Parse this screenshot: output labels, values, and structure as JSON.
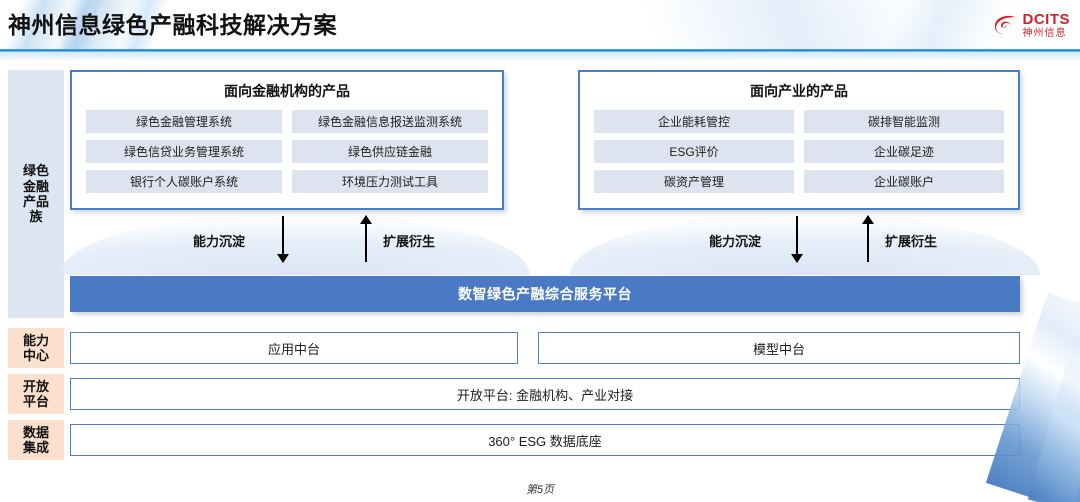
{
  "header": {
    "title": "神州信息绿色产融科技解决方案",
    "logo": {
      "icon": "dcits-swirl-logo-icon",
      "english": "DCITS",
      "chinese": "神州信息",
      "brand_color": "#d3202b"
    },
    "rule_color": "#1e86d4"
  },
  "sidebar": {
    "items": [
      {
        "label": "绿色\n金融\n产品\n族",
        "label_lines": [
          "绿色",
          "金融",
          "产品",
          "族"
        ],
        "bg": "#dce6f2"
      },
      {
        "label": "能力\n中心",
        "label_lines": [
          "能力",
          "中心"
        ],
        "bg": "#fbe0cd"
      },
      {
        "label": "开放\n平台",
        "label_lines": [
          "开放",
          "平台"
        ],
        "bg": "#fbe0cd"
      },
      {
        "label": "数据\n集成",
        "label_lines": [
          "数据",
          "集成"
        ],
        "bg": "#fbe0cd"
      }
    ]
  },
  "panels": [
    {
      "title": "面向金融机构的产品",
      "border_color": "#4a7dc4",
      "items": [
        "绿色金融管理系统",
        "绿色金融信息报送监测系统",
        "绿色信贷业务管理系统",
        "绿色供应链金融",
        "银行个人碳账户系统",
        "环境压力测试工具"
      ]
    },
    {
      "title": "面向产业的产品",
      "border_color": "#4a7dc4",
      "items": [
        "企业能耗管控",
        "碳排智能监测",
        "ESG评价",
        "企业碳足迹",
        "碳资产管理",
        "企业碳账户"
      ]
    }
  ],
  "flows": [
    {
      "down_label": "能力沉淀",
      "up_label": "扩展衍生"
    },
    {
      "down_label": "能力沉淀",
      "up_label": "扩展衍生"
    }
  ],
  "platform": {
    "label": "数智绿色产融综合服务平台",
    "bg": "#4a7ac4",
    "text_color": "#ffffff"
  },
  "rows": {
    "capability": [
      {
        "label": "应用中台"
      },
      {
        "label": "模型中台"
      }
    ],
    "open_platform": {
      "label": "开放平台: 金融机构、产业对接"
    },
    "data_integration": {
      "label": "360° ESG 数据底座"
    }
  },
  "footer": {
    "page_label": "第5页"
  }
}
